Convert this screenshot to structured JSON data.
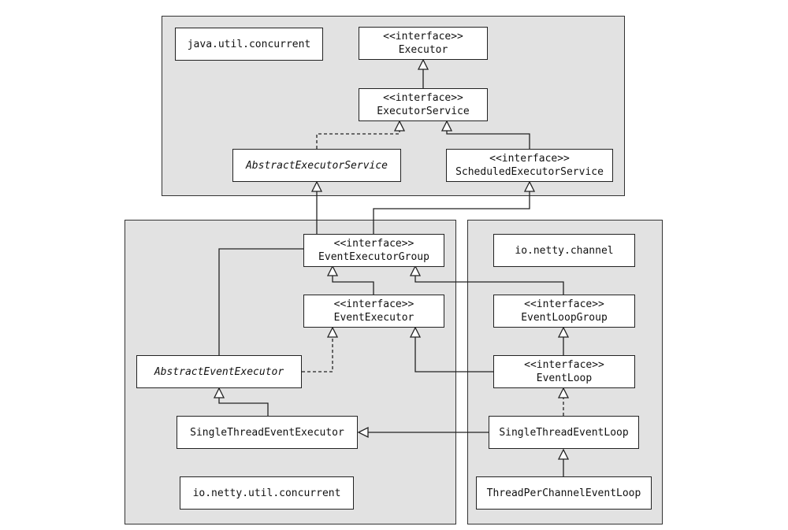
{
  "packages": {
    "java_util_concurrent": "java.util.concurrent",
    "io_netty_util_concurrent": "io.netty.util.concurrent",
    "io_netty_channel": "io.netty.channel"
  },
  "classes": {
    "executor": {
      "stereotype": "<<interface>>",
      "name": "Executor"
    },
    "executor_service": {
      "stereotype": "<<interface>>",
      "name": "ExecutorService"
    },
    "abstract_executor_service": {
      "name": "AbstractExecutorService"
    },
    "scheduled_executor_service": {
      "stereotype": "<<interface>>",
      "name": "ScheduledExecutorService"
    },
    "event_executor_group": {
      "stereotype": "<<interface>>",
      "name": "EventExecutorGroup"
    },
    "event_executor": {
      "stereotype": "<<interface>>",
      "name": "EventExecutor"
    },
    "abstract_event_executor": {
      "name": "AbstractEventExecutor"
    },
    "single_thread_event_executor": {
      "name": "SingleThreadEventExecutor"
    },
    "event_loop_group": {
      "stereotype": "<<interface>>",
      "name": "EventLoopGroup"
    },
    "event_loop": {
      "stereotype": "<<interface>>",
      "name": "EventLoop"
    },
    "single_thread_event_loop": {
      "name": "SingleThreadEventLoop"
    },
    "thread_per_channel_event_loop": {
      "name": "ThreadPerChannelEventLoop"
    }
  },
  "colors": {
    "package_fill": "#e2e2e2",
    "box_fill": "#ffffff",
    "line": "#222222"
  }
}
